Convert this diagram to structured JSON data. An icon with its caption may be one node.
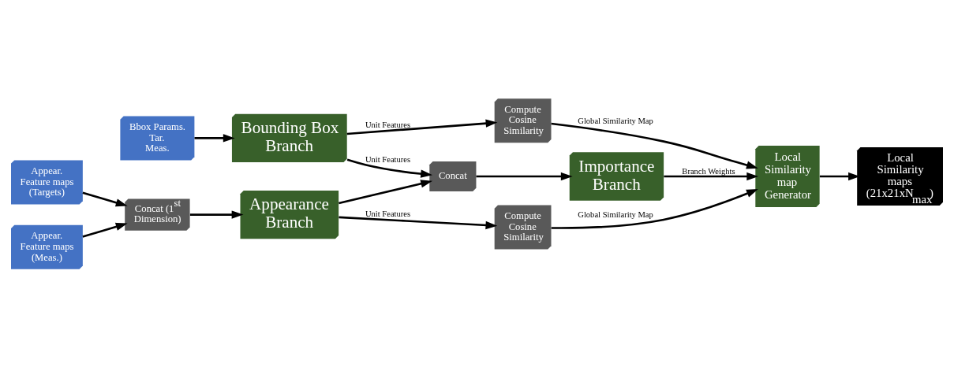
{
  "diagram": {
    "nodes": [
      {
        "text": [
          "Bbox Params.",
          "Tar.",
          "Meas."
        ]
      },
      {
        "text": [
          "Appear. Feature maps (Targets)"
        ]
      },
      {
        "text": [
          "Appear. Feature maps (Meas.)"
        ]
      },
      {
        "text": [
          "Concat (1$^{st}$ Dimension)"
        ]
      },
      {
        "text": [
          "Bounding Box Branch"
        ]
      },
      {
        "text": [
          "Appearance Branch"
        ]
      },
      {
        "text": [
          "Concat"
        ]
      },
      {
        "text": [
          "Importance Branch"
        ]
      },
      {
        "text": [
          "Compute Cosine Similarity"
        ]
      },
      {
        "text": [
          "Compute Cosine Similarity"
        ]
      },
      {
        "text": [
          "Local Similarity map Generator"
        ]
      },
      {
        "text": [
          "Local Similarity maps (21x21xN$_{max}$)"
        ]
      }
    ],
    "edges": [
      {
        "from": 0,
        "to": 4,
        "arrow": "to"
      },
      {
        "from": 1,
        "to": 3,
        "arrow": "to"
      },
      {
        "from": 2,
        "to": 3,
        "arrow": "to"
      },
      {
        "from": 3,
        "to": 5,
        "arrow": "to"
      },
      {
        "from": 4,
        "to": 8,
        "arrow": "to",
        "label": "Unit Features"
      },
      {
        "from": 5,
        "to": 9,
        "arrow": "to",
        "label": "Unit Features"
      },
      {
        "from": 4,
        "to": 6,
        "arrow": "to",
        "label": "Unit Features"
      },
      {
        "from": 5,
        "to": 6,
        "arrow": "to"
      },
      {
        "from": 6,
        "to": 7,
        "arrow": "to"
      },
      {
        "from": 8,
        "to": 10,
        "arrow": "to",
        "label": "Global Similarity Map"
      },
      {
        "from": 9,
        "to": 10,
        "arrow": "to",
        "label": "Global Similarity Map"
      },
      {
        "from": 7,
        "to": 10,
        "arrow": "to",
        "label": "Branch Weights"
      },
      {
        "from": 10,
        "to": 11,
        "arrow": "to"
      }
    ]
  }
}
